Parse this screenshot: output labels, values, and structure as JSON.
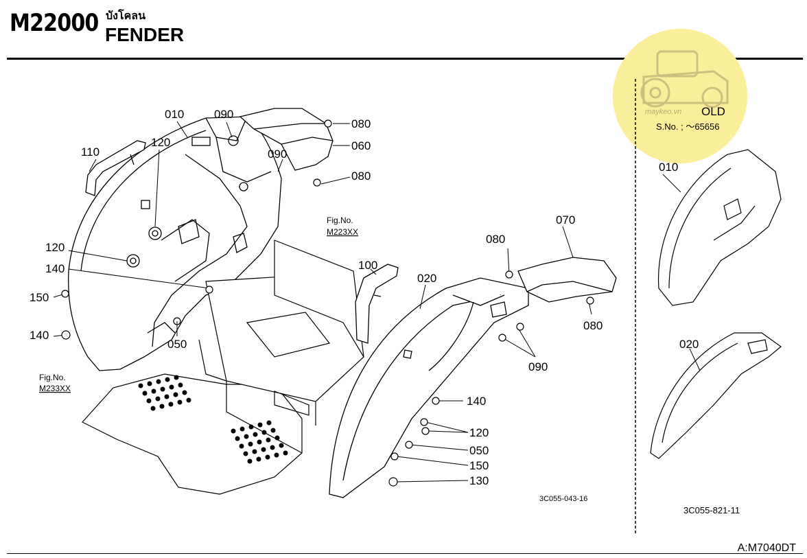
{
  "header": {
    "code": "M22000",
    "title_thai": "บังโคลน",
    "title_en": "FENDER"
  },
  "footer": {
    "model": "A:M7040DT"
  },
  "old_badge": {
    "title": "OLD",
    "serial": "S.No. ; ～65656",
    "watermark": "maykeo.vn"
  },
  "figure_refs": [
    {
      "label": "Fig.No.",
      "ref": "M223XX"
    },
    {
      "label": "Fig.No.",
      "ref": "M233XX"
    }
  ],
  "drawing_codes": {
    "main": "3C055-043-16",
    "old": "3C055-821-11"
  },
  "part_labels": {
    "p010": "010",
    "p090a": "090",
    "p080a": "080",
    "p060": "060",
    "p090b": "090",
    "p080b": "080",
    "p110": "110",
    "p120a": "120",
    "p120b": "120",
    "p140a": "140",
    "p150a": "150",
    "p140b": "140",
    "p050a": "050",
    "p070": "070",
    "p080c": "080",
    "p100": "100",
    "p020": "020",
    "p080d": "080",
    "p090c": "090",
    "p140c": "140",
    "p120c": "120",
    "p050b": "050",
    "p150b": "150",
    "p130": "130",
    "p010old": "010",
    "p020old": "020"
  },
  "colors": {
    "badge": "#fbee9a",
    "line": "#000000"
  }
}
